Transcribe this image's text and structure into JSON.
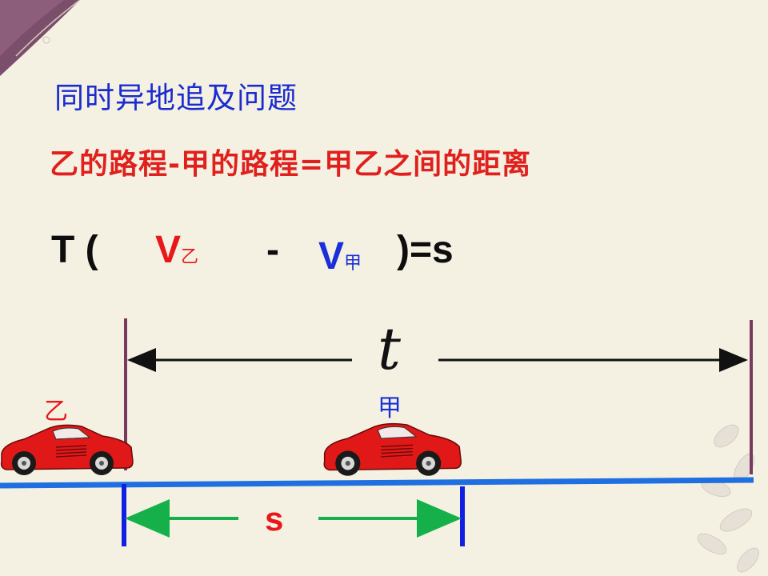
{
  "title": "同时异地追及问题",
  "formula": "乙的路程-甲的路程=甲乙之间的距离",
  "equation": {
    "prefix": "T (",
    "v_letter": "V",
    "v_yi_sub": "乙",
    "minus": "-",
    "v_jia_sub": "甲",
    "suffix": ")=s"
  },
  "time_label": "t",
  "distance_label": "s",
  "car_yi_label": "乙",
  "car_jia_label": "甲",
  "colors": {
    "title": "#1a2bd0",
    "formula": "#e0201c",
    "road": "#1f6fe0",
    "distance_arrow": "#16b04a",
    "marker_blue": "#1020e0",
    "marker_purple": "#7a3a5e",
    "car": "#e01818"
  }
}
